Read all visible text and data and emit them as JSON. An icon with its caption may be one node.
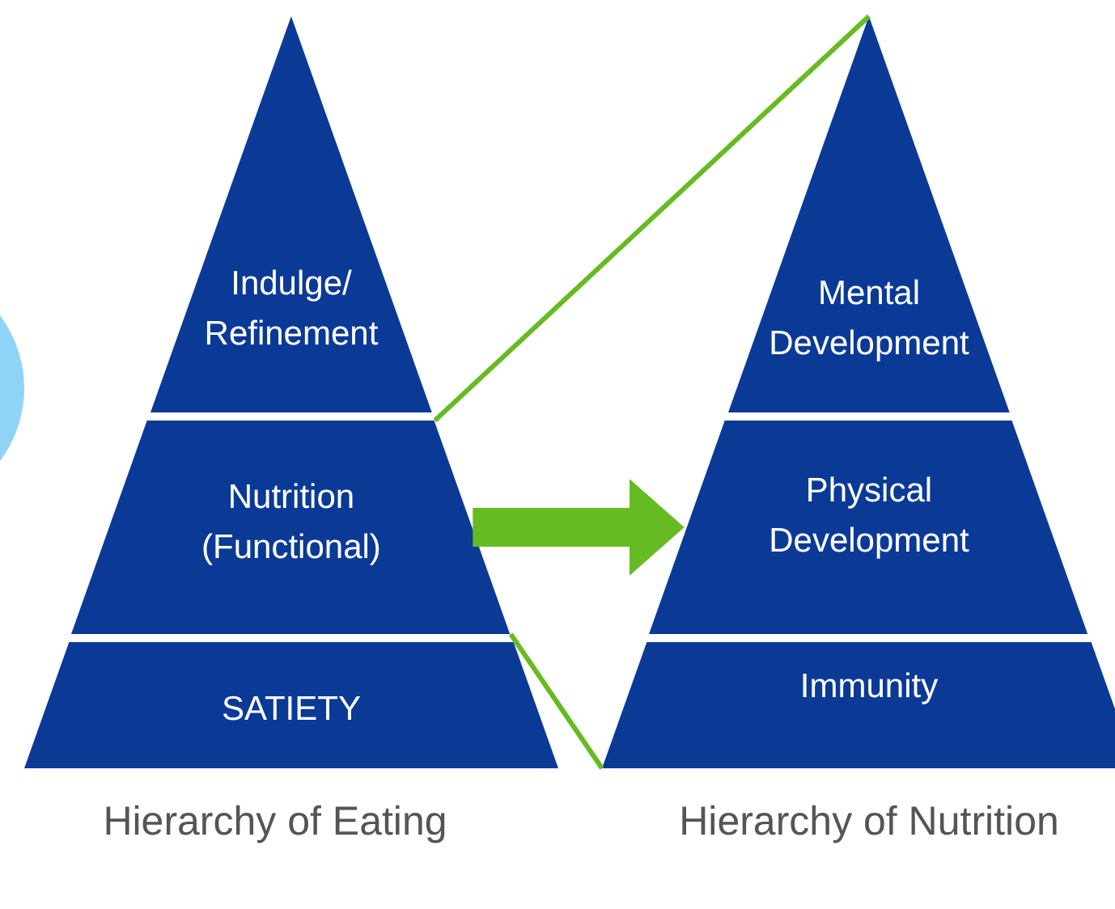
{
  "diagram": {
    "nodes": [
      {
        "text": [
          "Indulge/ Refinement"
        ]
      },
      {
        "text": [
          "Nutrition (Functional)"
        ]
      },
      {
        "text": [
          "SATIETY"
        ]
      },
      {
        "text": [
          "Mental Development"
        ]
      },
      {
        "text": [
          "Physical Development"
        ]
      },
      {
        "text": [
          "Immunity"
        ]
      },
      {
        "text": [],
        "shape": "circle"
      }
    ],
    "edges": [
      {
        "from": 1,
        "to": 3,
        "arrow": "none",
        "color": "#66bb22"
      },
      {
        "from": 1,
        "to": 5,
        "arrow": "none",
        "color": "#66bb22"
      },
      {
        "from": 1,
        "to": 4,
        "arrow": "to",
        "style": "thick",
        "color": "#66bb22"
      }
    ],
    "labels": [
      "Hierarchy of Eating",
      "Hierarchy of Nutrition"
    ]
  }
}
